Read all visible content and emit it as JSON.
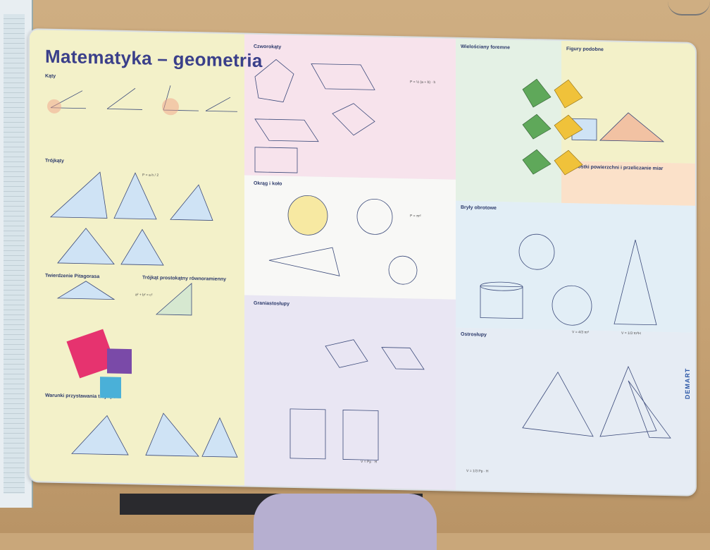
{
  "poster": {
    "title": "Matematyka – geometria",
    "brand": "DEMART",
    "sections": {
      "katy": "Kąty",
      "trojkaty": "Trójkąty",
      "czworokaty": "Czworokąty",
      "okregi": "Okrąg i koło",
      "graniastoslupy": "Graniastosłupy",
      "wielosciany": "Wielościany foremne",
      "figury_podobne": "Figury podobne",
      "bryly_obrotowe": "Bryły obrotowe",
      "ostroslupy": "Ostrosłupy",
      "jednostki": "Jednostki powierzchni i przeliczanie miar",
      "pitagoras": "Twierdzenie Pitagorasa",
      "trojkat_prostokatny": "Trójkąt prostokątny równoramienny",
      "przystawanie": "Warunki przystawania trójkątów"
    },
    "formulas": {
      "trojkat_pole": "P = a·h / 2",
      "pitagoras": "a² + b² = c²",
      "trapez": "P = ½ (a + b) · h",
      "kolo": "P = πr²",
      "kula": "V = 4/3 πr³",
      "stozek": "V = 1/3 πr²H",
      "ostroslup": "V = 1/3 Pp · H",
      "graniastoslup": "V = Pp · H"
    },
    "colors": {
      "title": "#3a3f8a",
      "yellow": "#f3f1c9",
      "pink": "#f7e3ec",
      "blue": "#e2eef6",
      "brand": "#2f5aa8"
    }
  }
}
